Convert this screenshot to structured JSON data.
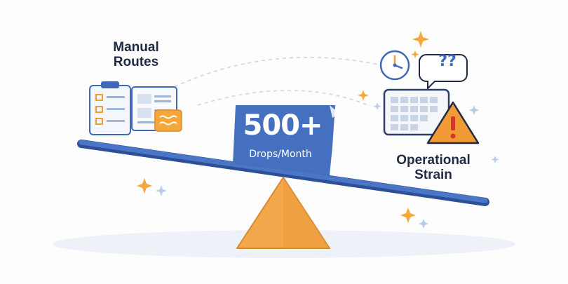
{
  "labels": {
    "left": "Manual\nRoutes",
    "right": "Operational\nStrain",
    "center_value": "500+",
    "center_unit": "Drops/Month",
    "speech_bubble": "??",
    "warning_symbol": "!"
  },
  "colors": {
    "beam": "#3f68b7",
    "fulcrum": "#f2a74a",
    "warning": "#f29a35",
    "badge": "#4470bf",
    "text_dark": "#1f2a44",
    "sparkle_orange": "#f4a83c",
    "sparkle_blue": "#b8cbea"
  },
  "icons": [
    "clipboard-checklist-icon",
    "document-form-icon",
    "sticky-note-icon",
    "clock-icon",
    "speech-bubble-icon",
    "calendar-grid-icon",
    "warning-triangle-icon",
    "sparkle-icon"
  ]
}
